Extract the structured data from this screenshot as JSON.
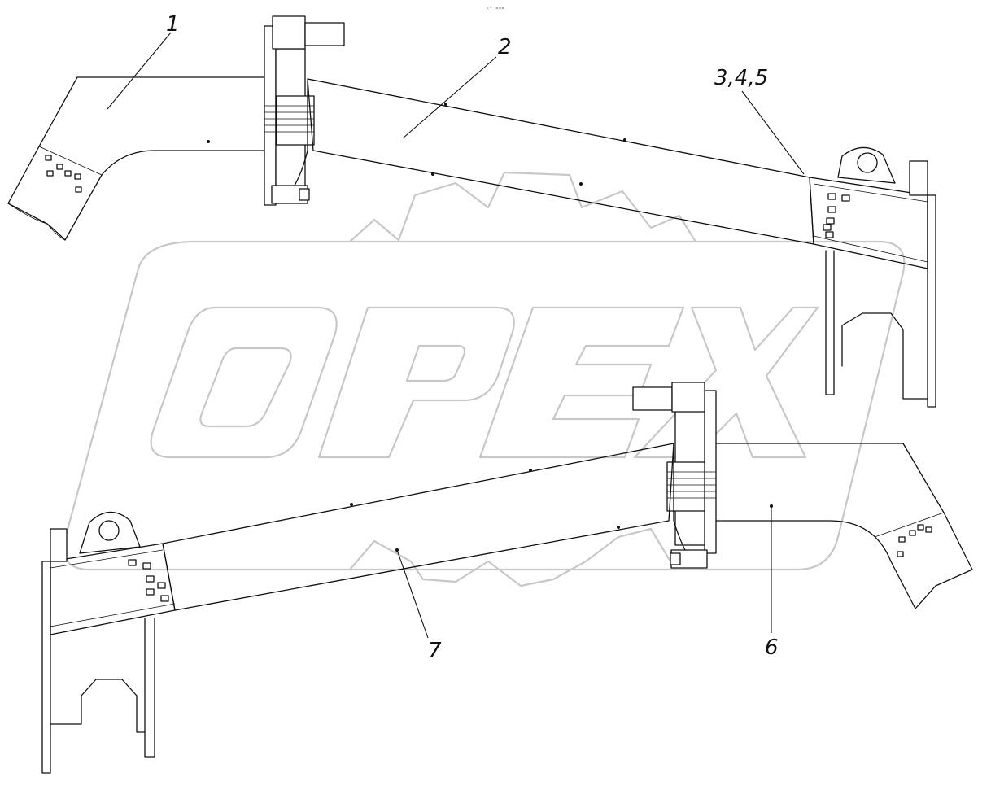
{
  "header": {
    "tiny_mark": "‹⁰ ¤¤¤"
  },
  "watermark": {
    "text": "OPEX",
    "color": "#c8c8c8"
  },
  "callouts": [
    {
      "id": "c1",
      "label": "1"
    },
    {
      "id": "c2",
      "label": "2"
    },
    {
      "id": "c3",
      "label": "3,4,5"
    },
    {
      "id": "c6",
      "label": "6"
    },
    {
      "id": "c7",
      "label": "7"
    }
  ],
  "colors": {
    "ink": "#111111",
    "background": "#ffffff",
    "watermark": "#c8c8c8"
  }
}
